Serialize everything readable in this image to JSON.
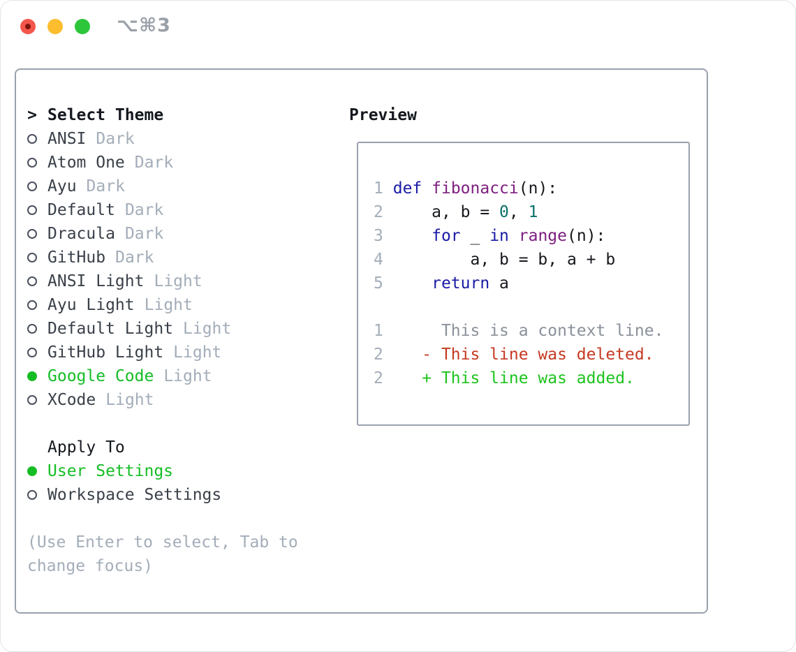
{
  "colors": {
    "accent": "#15bd25",
    "diff_red": "#c53a22",
    "diff_green": "#1dc31d",
    "kw": "#1a1aa6",
    "typ": "#7d1f80",
    "lit": "#0a7268",
    "pln": "#16181c",
    "muted": "#a3adb9",
    "ctx": "#8a919b",
    "text": "#3a4049",
    "heading": "#15191f",
    "border": "#99a1ad",
    "traffic_red": "#f4564c",
    "traffic_red_dot": "#7c150d",
    "traffic_yellow": "#fcbd2f",
    "traffic_green": "#2dc63b",
    "title_gray": "#9aa0a8"
  },
  "titlebar": {
    "title": "⌥⌘3"
  },
  "theme_selector": {
    "marker": ">",
    "header": "Select Theme",
    "items": [
      {
        "name": "ANSI",
        "variant": "Dark",
        "selected": false
      },
      {
        "name": "Atom One",
        "variant": "Dark",
        "selected": false
      },
      {
        "name": "Ayu",
        "variant": "Dark",
        "selected": false
      },
      {
        "name": "Default",
        "variant": "Dark",
        "selected": false
      },
      {
        "name": "Dracula",
        "variant": "Dark",
        "selected": false
      },
      {
        "name": "GitHub",
        "variant": "Dark",
        "selected": false
      },
      {
        "name": "ANSI Light",
        "variant": "Light",
        "selected": false
      },
      {
        "name": "Ayu Light",
        "variant": "Light",
        "selected": false
      },
      {
        "name": "Default Light",
        "variant": "Light",
        "selected": false
      },
      {
        "name": "GitHub Light",
        "variant": "Light",
        "selected": false
      },
      {
        "name": "Google Code",
        "variant": "Light",
        "selected": true
      },
      {
        "name": "XCode",
        "variant": "Light",
        "selected": false
      }
    ]
  },
  "apply_to": {
    "header": "Apply To",
    "options": [
      {
        "label": "User Settings",
        "selected": true
      },
      {
        "label": "Workspace Settings",
        "selected": false
      }
    ]
  },
  "hint_lines": [
    "(Use Enter to select, Tab to",
    "change focus)"
  ],
  "preview": {
    "header": "Preview",
    "code_lines": [
      {
        "num": "1",
        "segs": [
          {
            "t": " ",
            "c": "pln"
          },
          {
            "t": "def",
            "c": "kw"
          },
          {
            "t": " ",
            "c": "pln"
          },
          {
            "t": "fibonacci",
            "c": "typ"
          },
          {
            "t": "(n):",
            "c": "pln"
          }
        ]
      },
      {
        "num": "2",
        "segs": [
          {
            "t": "     a, b = ",
            "c": "pln"
          },
          {
            "t": "0",
            "c": "lit"
          },
          {
            "t": ", ",
            "c": "pln"
          },
          {
            "t": "1",
            "c": "lit"
          }
        ]
      },
      {
        "num": "3",
        "segs": [
          {
            "t": "     ",
            "c": "pln"
          },
          {
            "t": "for",
            "c": "kw"
          },
          {
            "t": " _ ",
            "c": "pln"
          },
          {
            "t": "in",
            "c": "kw"
          },
          {
            "t": " ",
            "c": "pln"
          },
          {
            "t": "range",
            "c": "typ"
          },
          {
            "t": "(n):",
            "c": "pln"
          }
        ]
      },
      {
        "num": "4",
        "segs": [
          {
            "t": "         a, b = b, a + b",
            "c": "pln"
          }
        ]
      },
      {
        "num": "5",
        "segs": [
          {
            "t": "     ",
            "c": "pln"
          },
          {
            "t": "return",
            "c": "kw"
          },
          {
            "t": " a",
            "c": "pln"
          }
        ]
      }
    ],
    "diff_lines": [
      {
        "num": "1",
        "segs": [
          {
            "t": "      This is a context line.",
            "c": "ctx"
          }
        ]
      },
      {
        "num": "2",
        "segs": [
          {
            "t": "    ",
            "c": "pln"
          },
          {
            "t": "- This line was deleted.",
            "c": "del"
          }
        ]
      },
      {
        "num": "2",
        "segs": [
          {
            "t": "    ",
            "c": "pln"
          },
          {
            "t": "+ This line was added.",
            "c": "add"
          }
        ]
      }
    ]
  }
}
